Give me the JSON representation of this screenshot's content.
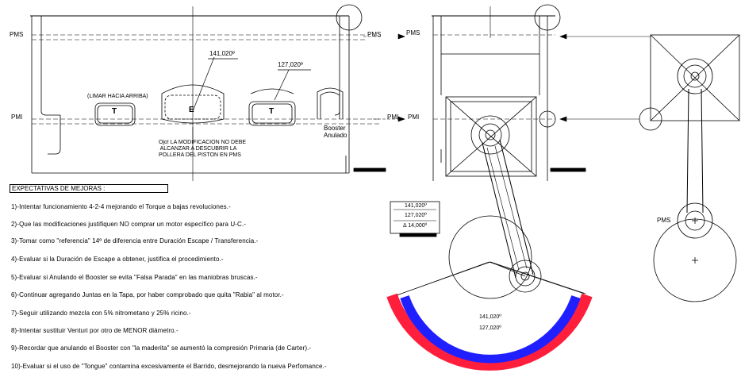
{
  "labels": {
    "pms": "PMS",
    "pmi": "PMI",
    "angle_large": "141,020º",
    "angle_small": "127,020º",
    "limar": "(LIMAR HACIA ARRIBA)",
    "port_t": "T",
    "port_e": "E",
    "booster_1": "Booster",
    "booster_2": "Anulado",
    "note_1": "Ojo! LA MODIFICACION NO DEBE",
    "note_2": "ALCANZAR A DESCUBRIR LA",
    "note_3": "POLLERA DEL PISTON EN PMS",
    "box_line1": "141,020º",
    "box_line2": "127,020º",
    "box_line3": "Δ 14,000º",
    "arc_label_large": "141,020º",
    "arc_label_small": "127,020º"
  },
  "expectativas": {
    "title": "EXPECTATIVAS DE MEJORAS :",
    "items": [
      "1)-Intentar funcionamiento 4-2-4 mejorando el Torque a bajas revoluciones.-",
      "2)-Que las modificaciones justifiquen NO comprar un motor específico para U-C.-",
      "3)-Tomar como \"referencia\" 14º de diferencia entre Duración Escape / Transferencia.-",
      "4)-Evaluar si la Duración de Escape a obtener, justifica el procedimiento.-",
      "5)-Evaluar si Anulando el Booster se evita \"Falsa Parada\" en las maniobras bruscas.-",
      "6)-Continuar agregando Juntas en la Tapa, por haber comprobado que quita \"Rabia\" al motor.-",
      "7)-Seguir utilizando mezcla con 5% nitrometano y 25% ricino.-",
      "8)-Intentar sustituir Venturi por otro de MENOR diámetro.-",
      "9)-Recordar que anulando el Booster con \"la maderita\" se aumentó la compresión Primaria (de Carter).-",
      "10)-Evaluar si el uso de \"Tongue\" contamina excesivamente el Barrido, desmejorando la nueva Perfomance.-"
    ]
  },
  "colors": {
    "line": "#000000",
    "arc_red": "#ff1f3c",
    "arc_blue": "#1f1fff",
    "arc_white": "#ffffff"
  }
}
